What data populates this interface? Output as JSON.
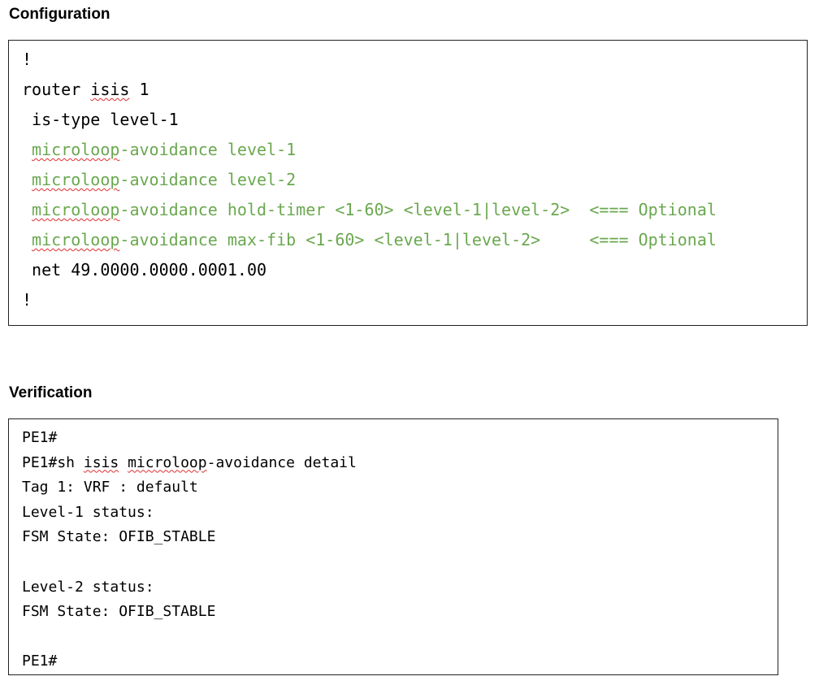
{
  "configuration": {
    "heading": "Configuration",
    "lines": [
      {
        "segments": [
          {
            "text": "!",
            "color": "black",
            "squiggle": false
          }
        ]
      },
      {
        "segments": [
          {
            "text": "router ",
            "color": "black",
            "squiggle": false
          },
          {
            "text": "isis",
            "color": "black",
            "squiggle": true
          },
          {
            "text": " 1",
            "color": "black",
            "squiggle": false
          }
        ]
      },
      {
        "segments": [
          {
            "text": " is-type level-1",
            "color": "black",
            "squiggle": false
          }
        ]
      },
      {
        "segments": [
          {
            "text": " ",
            "color": "green",
            "squiggle": false
          },
          {
            "text": "microloop",
            "color": "green",
            "squiggle": true
          },
          {
            "text": "-avoidance level-1",
            "color": "green",
            "squiggle": false
          }
        ]
      },
      {
        "segments": [
          {
            "text": " ",
            "color": "green",
            "squiggle": false
          },
          {
            "text": "microloop",
            "color": "green",
            "squiggle": true
          },
          {
            "text": "-avoidance level-2",
            "color": "green",
            "squiggle": false
          }
        ]
      },
      {
        "segments": [
          {
            "text": " ",
            "color": "green",
            "squiggle": false
          },
          {
            "text": "microloop",
            "color": "green",
            "squiggle": true
          },
          {
            "text": "-avoidance hold-timer <1-60> <level-1|level-2>  <=== Optional",
            "color": "green",
            "squiggle": false
          }
        ]
      },
      {
        "segments": [
          {
            "text": " ",
            "color": "green",
            "squiggle": false
          },
          {
            "text": "microloop",
            "color": "green",
            "squiggle": true
          },
          {
            "text": "-avoidance max-fib <1-60> <level-1|level-2>     <=== Optional",
            "color": "green",
            "squiggle": false
          }
        ]
      },
      {
        "segments": [
          {
            "text": " net 49.0000.0000.0001.00",
            "color": "black",
            "squiggle": false
          }
        ]
      },
      {
        "segments": [
          {
            "text": "!",
            "color": "black",
            "squiggle": false
          }
        ]
      }
    ]
  },
  "verification": {
    "heading": "Verification",
    "lines": [
      {
        "segments": [
          {
            "text": "PE1#",
            "color": "black",
            "squiggle": false
          }
        ]
      },
      {
        "segments": [
          {
            "text": "PE1#sh ",
            "color": "black",
            "squiggle": false
          },
          {
            "text": "isis",
            "color": "black",
            "squiggle": true
          },
          {
            "text": " ",
            "color": "black",
            "squiggle": false
          },
          {
            "text": "microloop",
            "color": "black",
            "squiggle": true
          },
          {
            "text": "-avoidance detail",
            "color": "black",
            "squiggle": false
          }
        ]
      },
      {
        "segments": [
          {
            "text": "Tag 1: VRF : default",
            "color": "black",
            "squiggle": false
          }
        ]
      },
      {
        "segments": [
          {
            "text": "Level-1 status:",
            "color": "black",
            "squiggle": false
          }
        ]
      },
      {
        "segments": [
          {
            "text": "FSM State: OFIB_STABLE",
            "color": "black",
            "squiggle": false
          }
        ]
      },
      {
        "segments": [
          {
            "text": "",
            "color": "black",
            "squiggle": false
          }
        ]
      },
      {
        "segments": [
          {
            "text": "Level-2 status:",
            "color": "black",
            "squiggle": false
          }
        ]
      },
      {
        "segments": [
          {
            "text": "FSM State: OFIB_STABLE",
            "color": "black",
            "squiggle": false
          }
        ]
      },
      {
        "segments": [
          {
            "text": "",
            "color": "black",
            "squiggle": false
          }
        ]
      },
      {
        "segments": [
          {
            "text": "PE1#",
            "color": "black",
            "squiggle": false
          }
        ]
      }
    ]
  },
  "colors": {
    "black": "#000000",
    "green": "#6aa84f",
    "spellcheck": "#e03030"
  }
}
